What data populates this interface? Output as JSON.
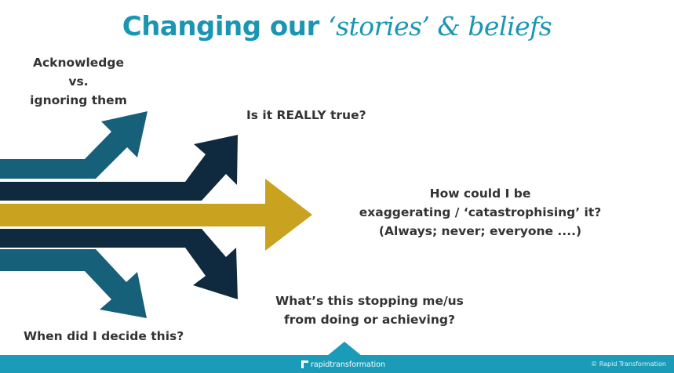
{
  "title": {
    "main": "Changing our",
    "script": "‘stories’ & beliefs"
  },
  "labels": {
    "acknowledge": [
      "Acknowledge",
      "vs.",
      "ignoring them"
    ],
    "really_true": "Is it REALLY true?",
    "exaggerating": [
      "How could I be",
      "exaggerating / ‘catastrophising’ it?",
      "(Always; never; everyone ....)"
    ],
    "stopping": [
      "What’s this stopping me/us",
      "from doing or achieving?"
    ],
    "when_decide": "When did I decide this?"
  },
  "footer": {
    "logo_text": "rapidtransformation",
    "copyright": "© Rapid Transformation"
  },
  "colors": {
    "title": "#1a96b3",
    "arrow_teal": "#16607a",
    "arrow_navy": "#0f2a3e",
    "arrow_gold": "#c9a21f",
    "footer": "#1a9cb8",
    "text": "#333333"
  },
  "icons": [
    "logo-icon",
    "arrow-acknowledge",
    "arrow-really-true",
    "arrow-exaggerating",
    "arrow-stopping",
    "arrow-when-decide"
  ]
}
